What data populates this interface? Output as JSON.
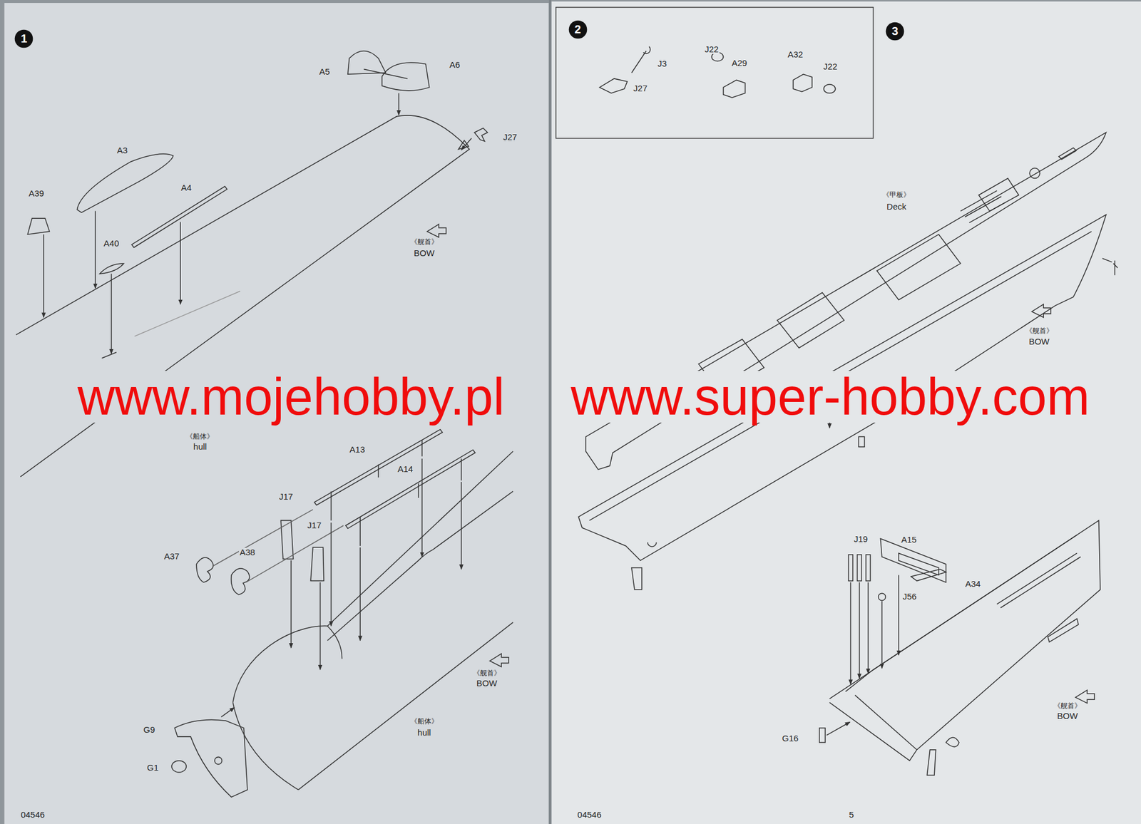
{
  "diagram": {
    "nodes": [
      {
        "text": [
          "1"
        ]
      },
      {
        "text": [
          "2"
        ]
      },
      {
        "text": [
          "3"
        ]
      }
    ],
    "labels": [
      "A5",
      "A6",
      "J27",
      "A3",
      "A39",
      "A4",
      "A40",
      "《舰首》",
      "BOW",
      "《船体》",
      "hull",
      "A13",
      "A14",
      "J17",
      "J17",
      "A37",
      "A38",
      "《舰首》",
      "BOW",
      "《船体》",
      "hull",
      "G9",
      "G1",
      "04546",
      "J3",
      "J27",
      "J22",
      "A29",
      "A32",
      "J22",
      "《甲板》",
      "Deck",
      "《舰首》",
      "BOW",
      "J19",
      "A15",
      "A34",
      "J56",
      "G16",
      "《舰首》",
      "BOW",
      "04546",
      "5",
      "www.mojehobby.pl",
      "www.super-hobby.com"
    ]
  }
}
